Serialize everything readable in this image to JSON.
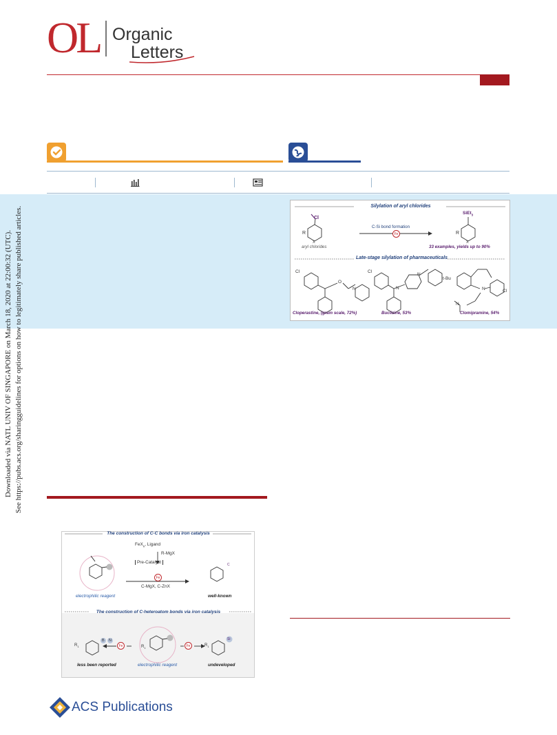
{
  "header": {
    "journal_mark": "OL",
    "journal_word_1": "Organic",
    "journal_word_2": "Letters"
  },
  "side_notice": {
    "line_1": "Downloaded via NATL UNIV OF SINGAPORE on March 18, 2020 at 22:00:32 (UTC).",
    "line_2": "See https://pubs.acs.org/sharingguidelines for options on how to legitimately share published articles."
  },
  "toc_graphic": {
    "title_top": "Silylation of aryl chlorides",
    "substituent": "Cl",
    "ring_r": "R",
    "ring_x": "X",
    "product_group": "SiEt",
    "product_sub": "3",
    "arrow_label": "C-Si bond formation",
    "catalyst": "Fe",
    "substrate_label": "aryl chlorides",
    "result_label": "33 examples, yields up to 90%",
    "title_bottom": "Late-stage silylation of pharmaceuticals",
    "drugs": [
      {
        "caption": "Cloperastine, (gram scale, 72%)",
        "cl": "Cl",
        "n": "N",
        "o": "O"
      },
      {
        "caption": "Buclizine, 53%",
        "cl": "Cl",
        "n1": "N",
        "n2": "N",
        "tbu": "t-Bu"
      },
      {
        "caption": "Clomipramine, 54%",
        "cl": "Cl",
        "n1": "N",
        "n2": "N"
      }
    ]
  },
  "figure_1": {
    "title_top": "The construction of C-C bonds via iron catalysis",
    "reagents_1": "FeX",
    "reagents_1_sub": "n",
    "reagents_1_tail": ", Ligand",
    "reagents_2": "R-MgX",
    "precatalyst": "Pre-Catalyst",
    "catalyst": "Fe",
    "reagents_3": "C-MgX, C-ZnX",
    "left_label": "electrophilic reagent",
    "right_label": "well-known",
    "right_atom": "C",
    "title_bottom": "The construction of C-heteroatom bonds via iron catalysis",
    "atom_b": "B",
    "atom_n": "N",
    "atom_si": "Si",
    "ring_r": "R",
    "ring_r_sub": "1",
    "lower_left_label": "less been reported",
    "lower_center_label": "electrophilic reagent",
    "lower_right_label": "undeveloped"
  },
  "footer": {
    "publisher": "ACS Publications"
  },
  "colors": {
    "brand_red": "#c0282d",
    "orange": "#f0a030",
    "acs_blue": "#2a4e96",
    "abstract_band": "#d6ecf8"
  }
}
